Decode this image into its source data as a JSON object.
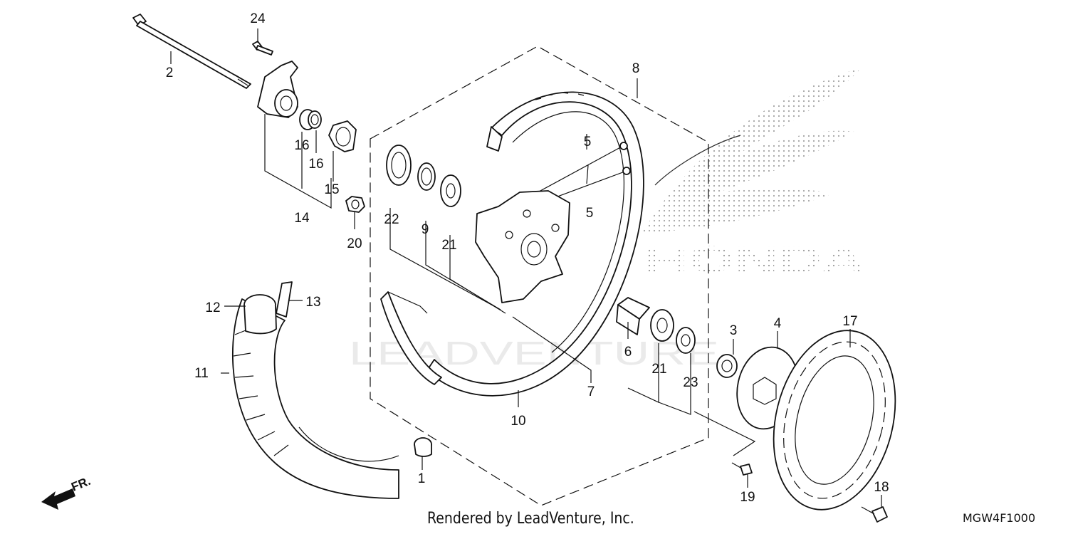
{
  "callouts": {
    "n1": "1",
    "n2": "2",
    "n3": "3",
    "n4": "4",
    "n5a": "5",
    "n5b": "5",
    "n6": "6",
    "n7": "7",
    "n8": "8",
    "n9": "9",
    "n10": "10",
    "n11": "11",
    "n12": "12",
    "n13": "13",
    "n14": "14",
    "n15": "15",
    "n16a": "16",
    "n16b": "16",
    "n17": "17",
    "n18": "18",
    "n19": "19",
    "n20": "20",
    "n21a": "21",
    "n21b": "21",
    "n22": "22",
    "n23": "23",
    "n24": "24"
  },
  "watermark": {
    "brand": "HONDA",
    "dealer": "LEADVENTURE"
  },
  "direction_label": "FR.",
  "footer": {
    "credit": "Rendered by LeadVenture, Inc.",
    "diagram_code": "MGW4F1000"
  }
}
